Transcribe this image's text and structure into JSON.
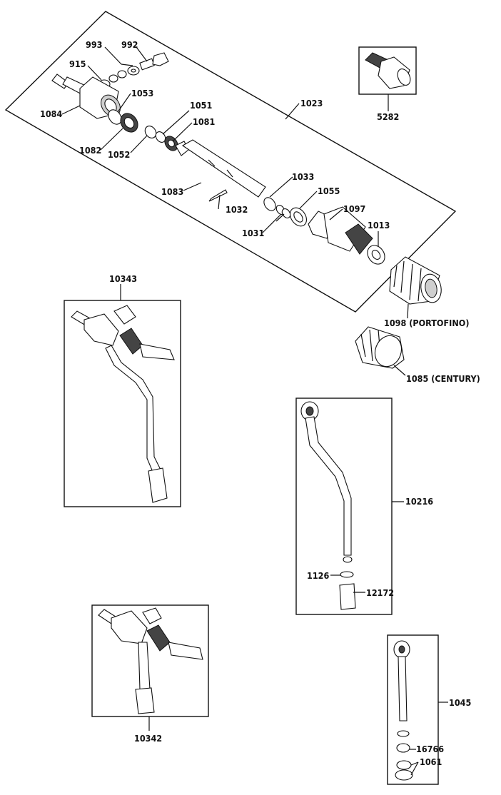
{
  "labels": {
    "p992": "992",
    "p993": "993",
    "p915": "915",
    "p1053": "1053",
    "p1084": "1084",
    "p1051": "1051",
    "p1081": "1081",
    "p1023": "1023",
    "p1082": "1082",
    "p1052": "1052",
    "p1083": "1083",
    "p1033": "1033",
    "p1055": "1055",
    "p1032": "1032",
    "p1097": "1097",
    "p1031": "1031",
    "p1013": "1013",
    "p5282": "5282",
    "p1098": "1098 (PORTOFINO)",
    "p1085": "1085 (CENTURY)",
    "p10343": "10343",
    "p10216": "10216",
    "p1126": "1126",
    "p12172": "12172",
    "p10342": "10342",
    "p1045": "1045",
    "p16766": "16766",
    "p1061": "1061"
  }
}
